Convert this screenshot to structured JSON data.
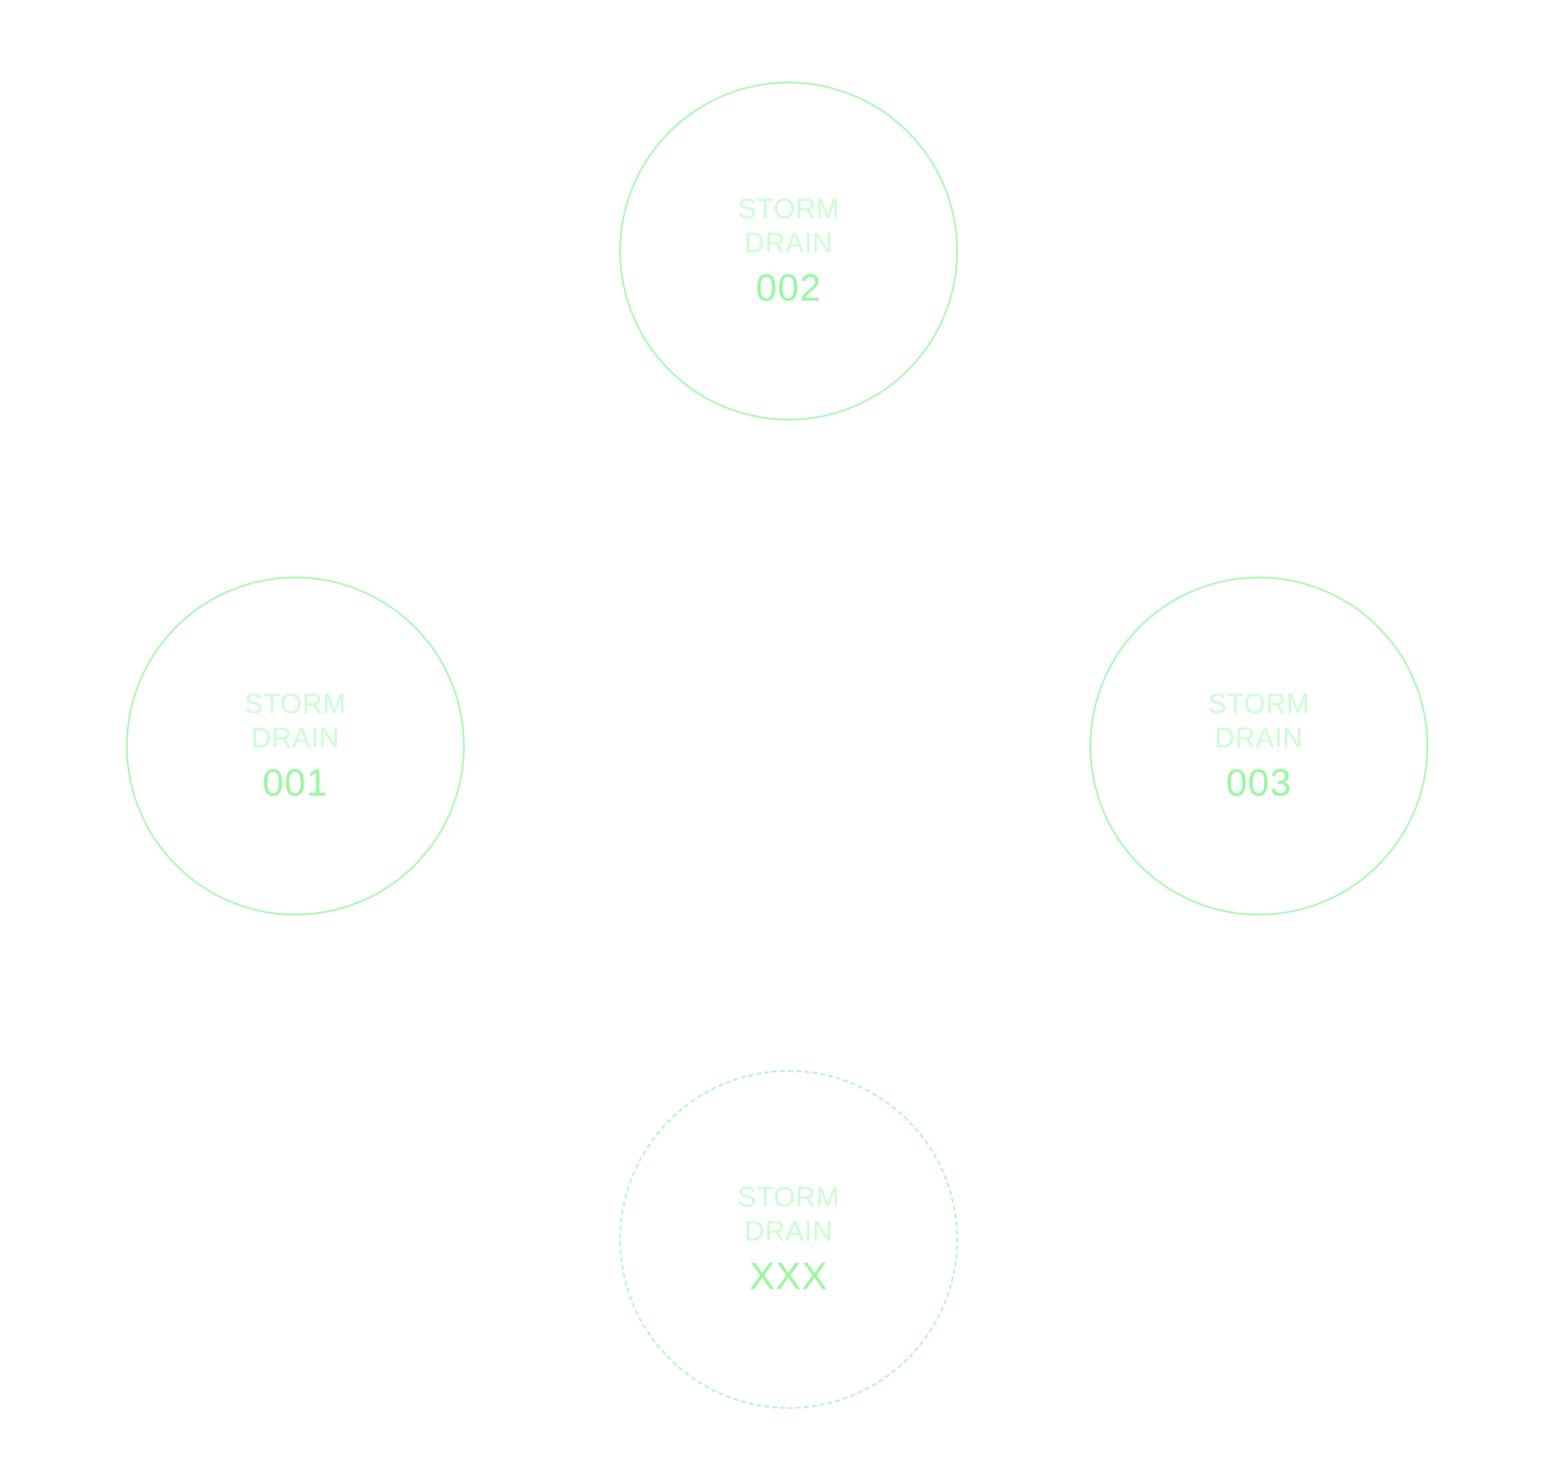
{
  "colors": {
    "circle_stroke": "#9ff7a8",
    "label_light": "#cafdd1",
    "id_green": "#97f79f"
  },
  "nodes": {
    "n002": {
      "line1": "STORM",
      "line2": "DRAIN",
      "id": "002",
      "style": "solid"
    },
    "n001": {
      "line1": "STORM",
      "line2": "DRAIN",
      "id": "001",
      "style": "solid"
    },
    "n003": {
      "line1": "STORM",
      "line2": "DRAIN",
      "id": "003",
      "style": "solid"
    },
    "nxxx": {
      "line1": "STORM",
      "line2": "DRAIN",
      "id": "XXX",
      "style": "dashed"
    }
  }
}
